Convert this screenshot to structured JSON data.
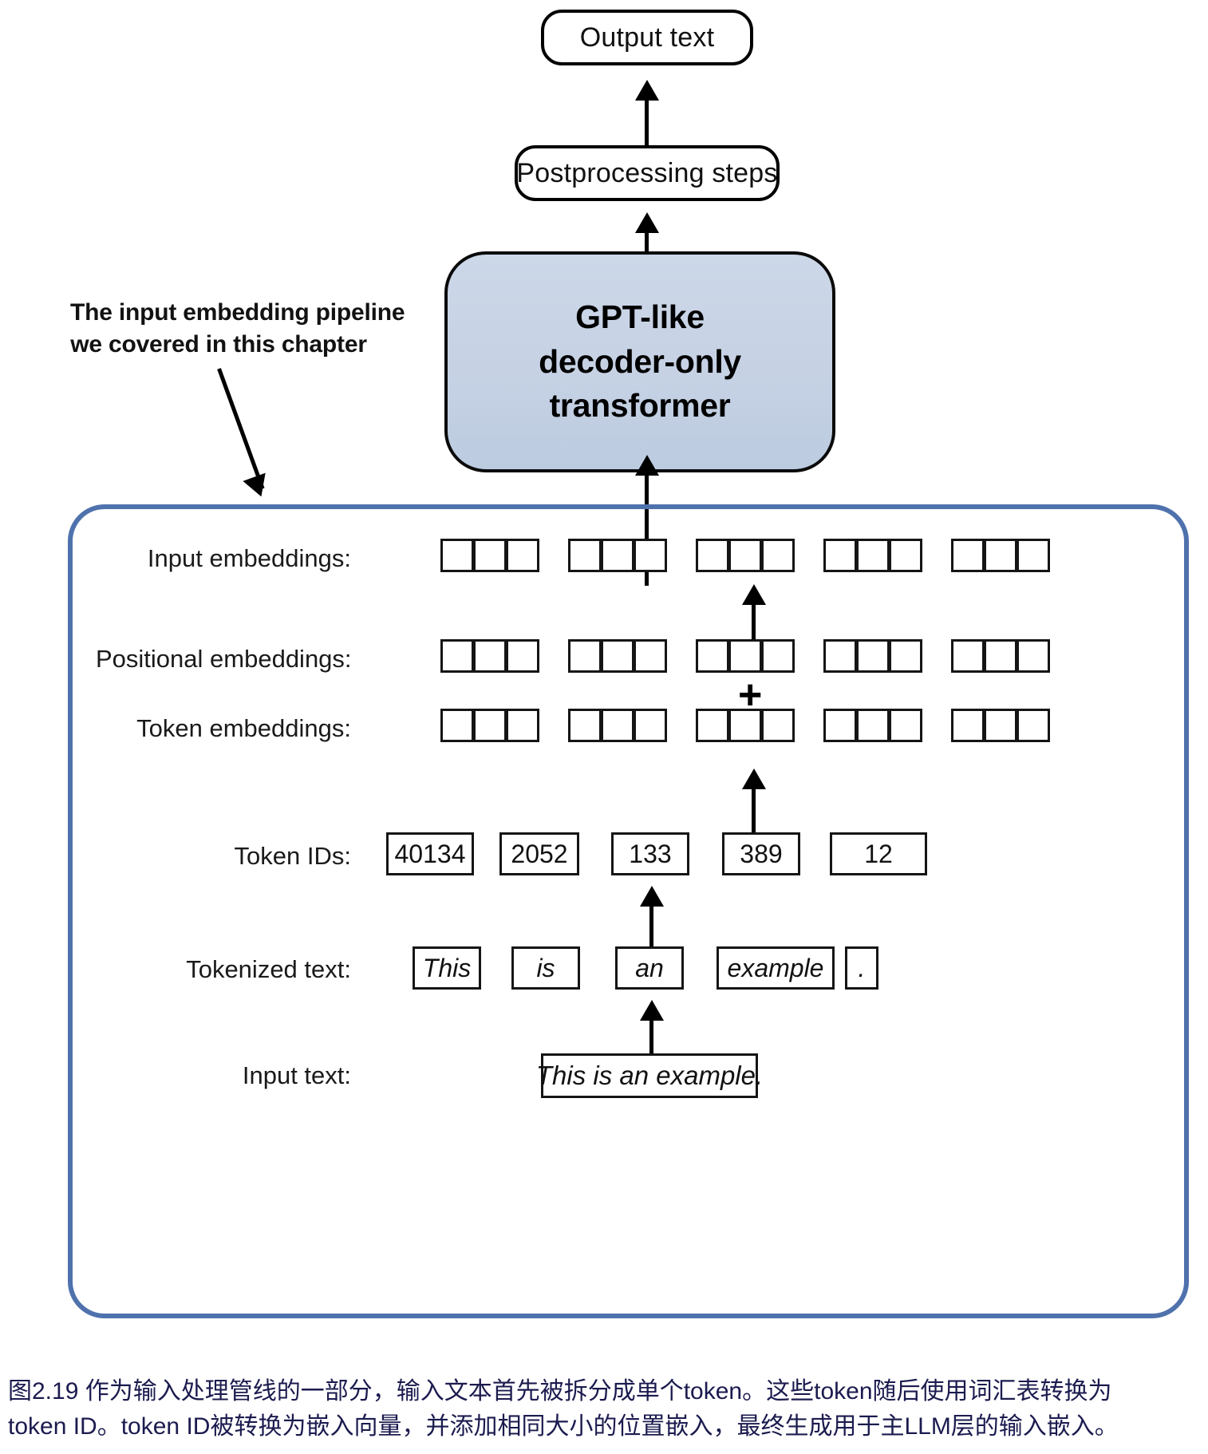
{
  "figure": {
    "top_boxes": {
      "output_text": "Output text",
      "postprocessing": "Postprocessing steps"
    },
    "transformer": {
      "line1": "GPT-like",
      "line2": "decoder-only",
      "line3": "transformer",
      "fill_color": "#c8d4e6",
      "border_color": "#0a0a0a"
    },
    "annotation": {
      "line1": "The input embedding pipeline",
      "line2": "we covered in this chapter"
    },
    "pipeline": {
      "border_color": "#4f72ad",
      "rows": {
        "input_embeddings_label": "Input embeddings:",
        "positional_embeddings_label": "Positional embeddings:",
        "token_embeddings_label": "Token embeddings:",
        "token_ids_label": "Token IDs:",
        "tokenized_text_label": "Tokenized text:",
        "input_text_label": "Input text:"
      },
      "embedding_cells_per_group": 3,
      "embedding_groups": 5,
      "plus_symbol": "+",
      "token_ids": [
        "40134",
        "2052",
        "133",
        "389",
        "12"
      ],
      "tokenized_text": [
        "This",
        "is",
        "an",
        "example",
        "."
      ],
      "input_text": "This is an example."
    }
  },
  "caption": {
    "line1": "图2.19 作为输入处理管线的一部分，输入文本首先被拆分成单个token。这些token随后使用词汇表转换为",
    "line2": "token ID。token ID被转换为嵌入向量，并添加相同大小的位置嵌入，最终生成用于主LLM层的输入嵌入。",
    "color": "#1b1b4f"
  }
}
